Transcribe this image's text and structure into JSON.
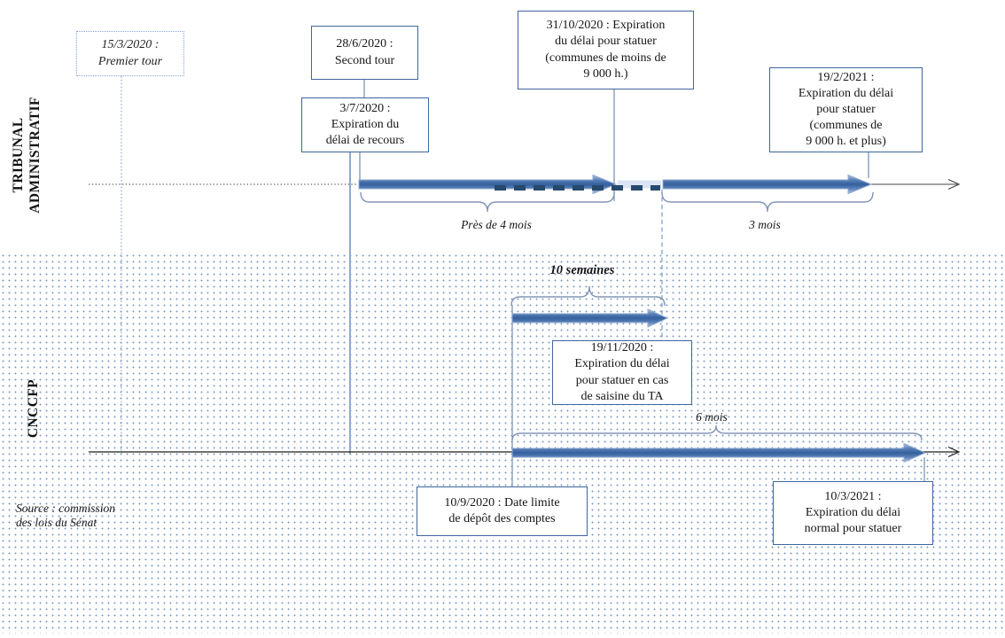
{
  "lanes": {
    "tribunal": [
      "TRIBUNAL",
      "ADMINISTRATIF"
    ],
    "cnccfp": "CNCCFP"
  },
  "boxes": {
    "premier_tour": {
      "lines": [
        "15/3/2020 :",
        "Premier tour"
      ]
    },
    "second_tour": {
      "lines": [
        "28/6/2020 :",
        "Second tour"
      ]
    },
    "delai_recours": {
      "lines": [
        "3/7/2020 :",
        "Expiration du",
        "délai de recours"
      ]
    },
    "statuer_moins_9000": {
      "lines": [
        "31/10/2020 : Expiration",
        "du délai pour statuer",
        "(communes de moins de",
        "9 000 h.)"
      ]
    },
    "statuer_9000_plus": {
      "lines": [
        "19/2/2021 :",
        "Expiration du délai",
        "pour statuer",
        "(communes de",
        "9 000 h. et plus)"
      ]
    },
    "saisine_ta": {
      "lines": [
        "19/11/2020 :",
        "Expiration du délai",
        "pour statuer en cas",
        "de saisine du TA"
      ]
    },
    "depot_comptes": {
      "lines": [
        "10/9/2020 : Date limite",
        "de dépôt des comptes"
      ]
    },
    "delai_normal": {
      "lines": [
        "10/3/2021 :",
        "Expiration du délai",
        "normal pour statuer"
      ]
    }
  },
  "durations": {
    "pres_4_mois": "Près de 4 mois",
    "trois_mois": "3 mois",
    "dix_semaines": "10 semaines",
    "six_mois": "6 mois"
  },
  "source": [
    "Source : commission",
    "des lois du Sénat"
  ],
  "colors": {
    "box_border": "#3f659e",
    "arrow_fill": "#3e68a4",
    "dash_overlay": "#27496e",
    "pale_segment": "#dae4f2",
    "brace": "#8496b5",
    "dot_pattern": "#7e9cc0"
  }
}
